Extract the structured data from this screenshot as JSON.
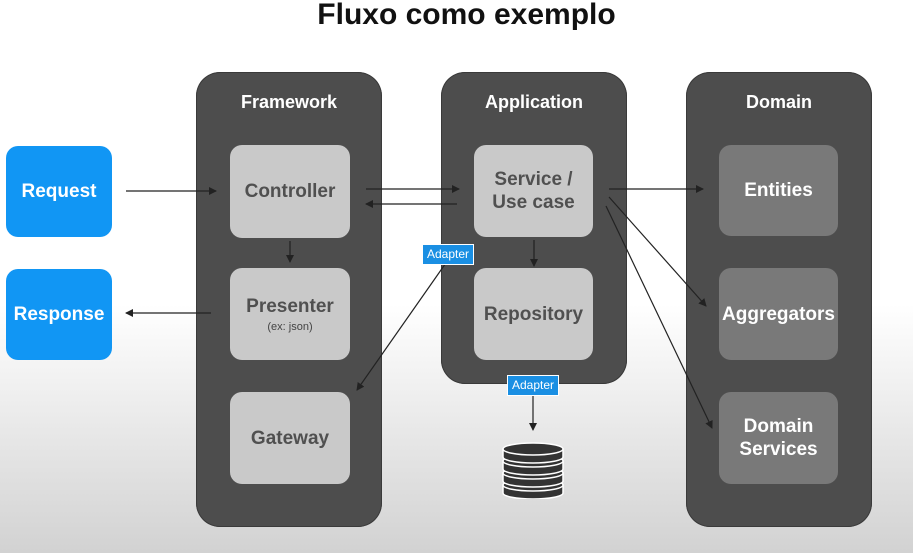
{
  "title": "Fluxo como exemplo",
  "external": {
    "request": "Request",
    "response": "Response"
  },
  "framework": {
    "title": "Framework",
    "controller": "Controller",
    "presenter": "Presenter",
    "presenter_note": "(ex: json)",
    "gateway": "Gateway"
  },
  "application": {
    "title": "Application",
    "service_line1": "Service /",
    "service_line2": "Use case",
    "repository": "Repository"
  },
  "domain": {
    "title": "Domain",
    "entities": "Entities",
    "aggregators": "Aggregators",
    "services_line1": "Domain",
    "services_line2": "Services"
  },
  "adapters": {
    "label_1": "Adapter",
    "label_2": "Adapter"
  },
  "colors": {
    "column": "#4d4d4d",
    "framework_box": "#c9c9c9",
    "domain_box": "#797979",
    "external_box": "#1196f4",
    "adapter": "#1a8fe3"
  },
  "icons": {
    "database": "database-icon"
  }
}
